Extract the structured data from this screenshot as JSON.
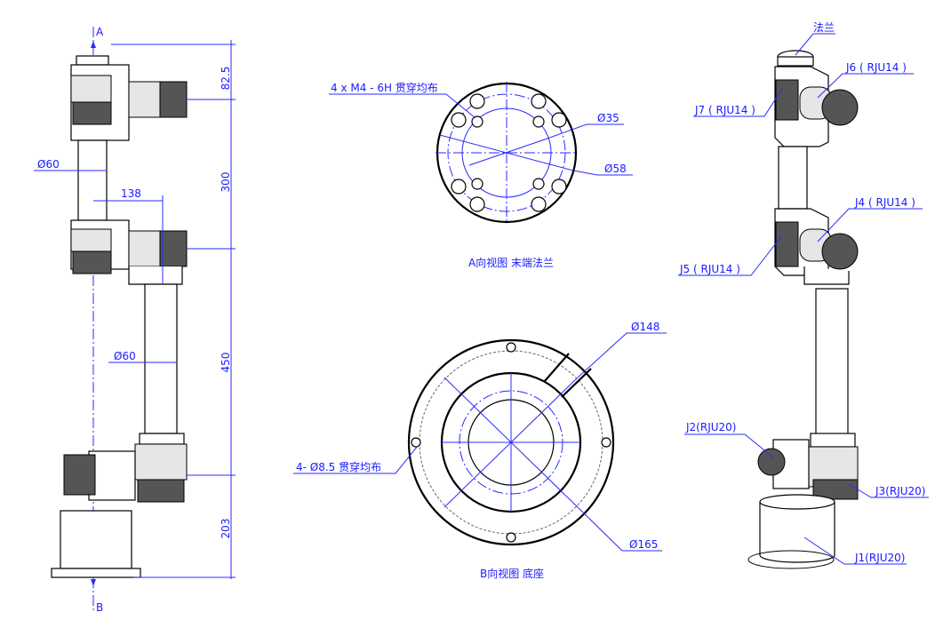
{
  "side_view": {
    "view_a_label": "A",
    "view_b_label": "B",
    "dims": {
      "d1": "82.5",
      "d2": "300",
      "d3": "450",
      "d4": "203"
    },
    "upper_tube_diameter": "Ø60",
    "offset": "138",
    "lower_tube_diameter": "Ø60"
  },
  "flange_view": {
    "hole_note": "4 x  M4 - 6H 贯穿均布",
    "inner_diameter": "Ø35",
    "outer_diameter": "Ø58",
    "caption": "A向视图  末端法兰"
  },
  "base_view": {
    "outer_diameter": "Ø148",
    "hole_note": "4- Ø8.5 贯穿均布",
    "bolt_circle": "Ø165",
    "caption": "B向视图  底座"
  },
  "iso_view": {
    "labels": {
      "flange": "法兰",
      "j6": "J6 ( RJU14 )",
      "j7": "J7 ( RJU14 )",
      "j4": "J4 ( RJU14 )",
      "j5": "J5 ( RJU14 )",
      "j2": "J2(RJU20)",
      "j3": "J3(RJU20)",
      "j1": "J1(RJU20)"
    }
  }
}
